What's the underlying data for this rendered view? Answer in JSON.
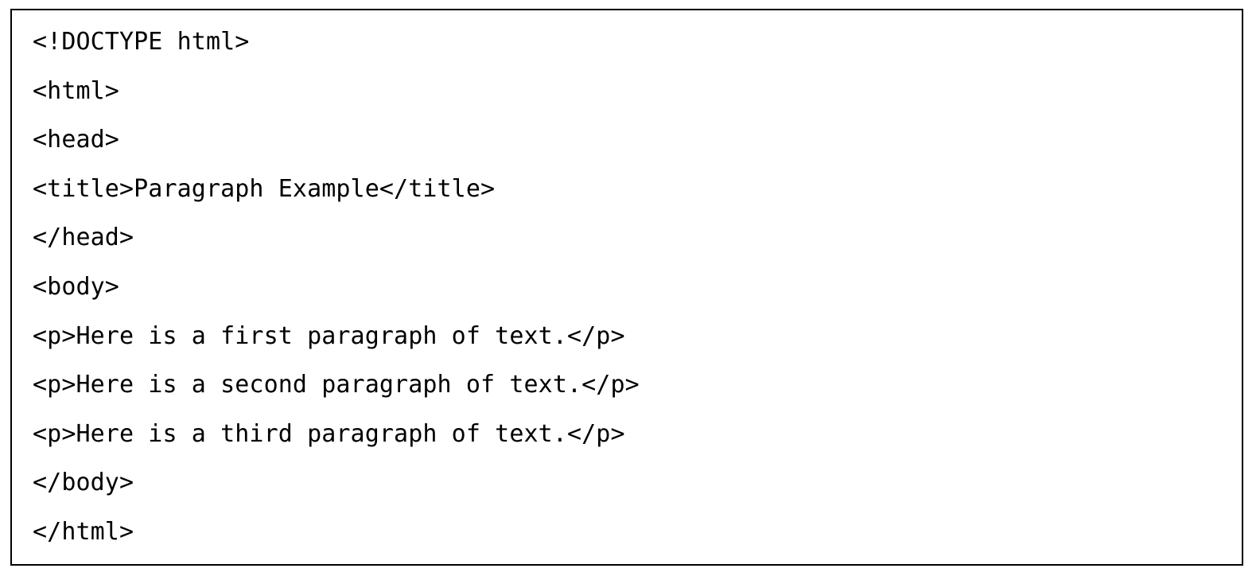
{
  "code": {
    "lines": [
      "<!DOCTYPE html>",
      "<html>",
      "<head>",
      "<title>Paragraph Example</title>",
      "</head>",
      "<body>",
      "<p>Here is a first paragraph of text.</p>",
      "<p>Here is a second paragraph of text.</p>",
      "<p>Here is a third paragraph of text.</p>",
      "</body>",
      "</html>"
    ]
  }
}
